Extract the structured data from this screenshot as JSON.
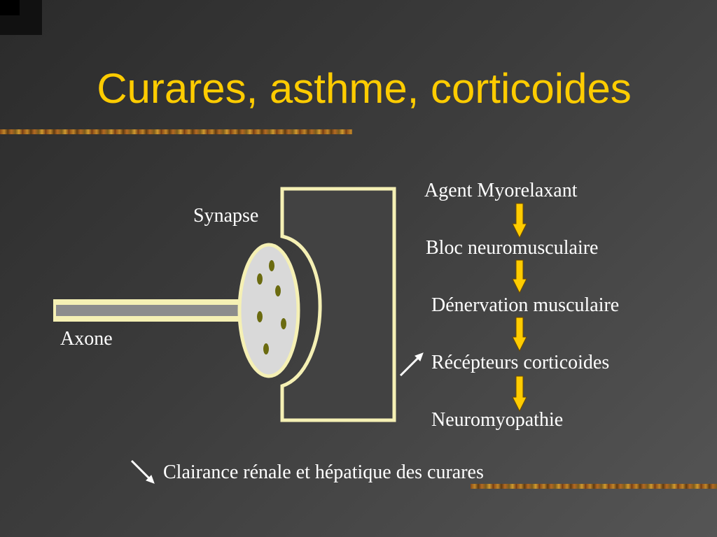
{
  "title": "Curares, asthme, corticoides",
  "labels": {
    "synapse": "Synapse",
    "axone": "Axone"
  },
  "chain": [
    "Agent Myorelaxant",
    "Bloc neuromusculaire",
    "Dénervation musculaire",
    "Récépteurs corticoides",
    "Neuromyopathie"
  ],
  "bottom_note": "Clairance rénale et hépatique des curares",
  "colors": {
    "title": "#ffcc00",
    "outline": "#f5f0b4",
    "arrow": "#ffcc00",
    "vesicle": "#6b6b10",
    "terminal_fill": "#d9d9d9",
    "axon_fill": "#8c8c8c"
  }
}
